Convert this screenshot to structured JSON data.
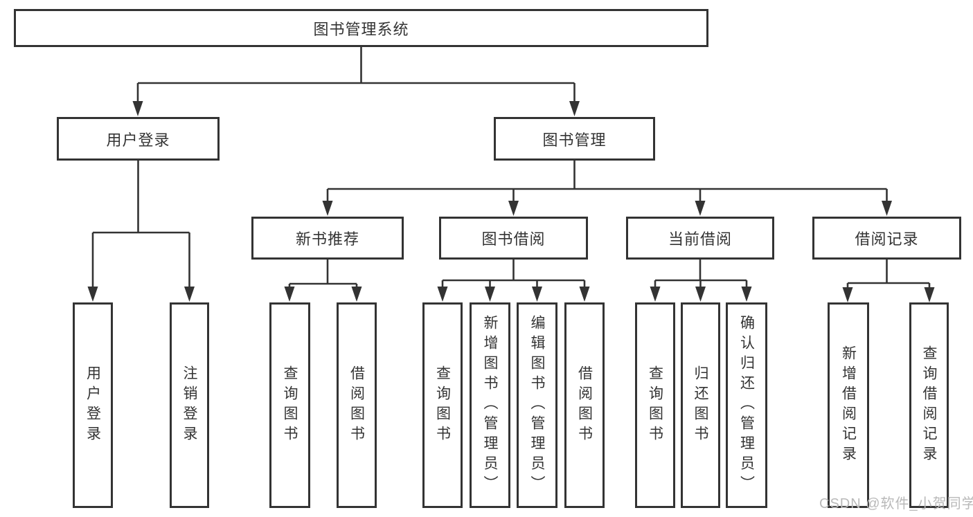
{
  "page": {
    "watermark": "CSDN @软件_小贺同学"
  },
  "diagram": {
    "type": "tree",
    "root": {
      "label": "图书管理系统"
    },
    "branches": [
      {
        "label": "用户登录",
        "children": [
          {
            "label": "用户登录"
          },
          {
            "label": "注销登录"
          }
        ]
      },
      {
        "label": "图书管理",
        "sections": [
          {
            "label": "新书推荐",
            "children": [
              {
                "label": "查询图书"
              },
              {
                "label": "借阅图书"
              }
            ]
          },
          {
            "label": "图书借阅",
            "children": [
              {
                "label": "查询图书"
              },
              {
                "label": "新增图书（管理员）"
              },
              {
                "label": "编辑图书（管理员）"
              },
              {
                "label": "借阅图书"
              }
            ]
          },
          {
            "label": "当前借阅",
            "children": [
              {
                "label": "查询图书"
              },
              {
                "label": "归还图书"
              },
              {
                "label": "确认归还（管理员）"
              }
            ]
          },
          {
            "label": "借阅记录",
            "children": [
              {
                "label": "新增借阅记录"
              },
              {
                "label": "查询借阅记录"
              }
            ]
          }
        ]
      }
    ]
  }
}
